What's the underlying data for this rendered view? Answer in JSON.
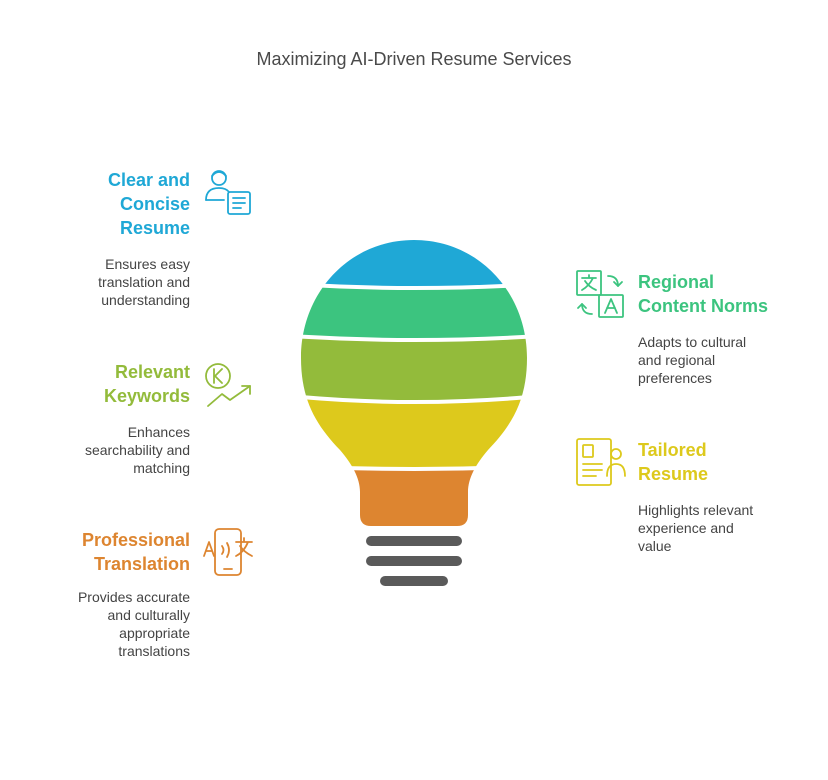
{
  "title": "Maximizing AI-Driven Resume Services",
  "colors": {
    "blue": "#1fa8d6",
    "green": "#3cc47f",
    "olive": "#93bb3b",
    "yellow": "#ddc91c",
    "orange": "#dd8530",
    "base": "#5a5a5a"
  },
  "items": [
    {
      "heading": "Clear and\nConcise\nResume",
      "desc": "Ensures easy\ntranslation and\nunderstanding",
      "icon": "person-document-icon",
      "color": "#1fa8d6"
    },
    {
      "heading": "Relevant\nKeywords",
      "desc": "Enhances\nsearchability and\nmatching",
      "icon": "keyword-growth-icon",
      "color": "#93bb3b"
    },
    {
      "heading": "Professional\nTranslation",
      "desc": "Provides accurate\nand culturally\nappropriate\ntranslations",
      "icon": "phone-translate-icon",
      "color": "#dd8530"
    },
    {
      "heading": "Regional\nContent Norms",
      "desc": "Adapts to cultural\nand regional\npreferences",
      "icon": "language-swap-icon",
      "color": "#3cc47f"
    },
    {
      "heading": "Tailored\nResume",
      "desc": "Highlights relevant\nexperience and\nvalue",
      "icon": "resume-profile-icon",
      "color": "#ddc91c"
    }
  ]
}
